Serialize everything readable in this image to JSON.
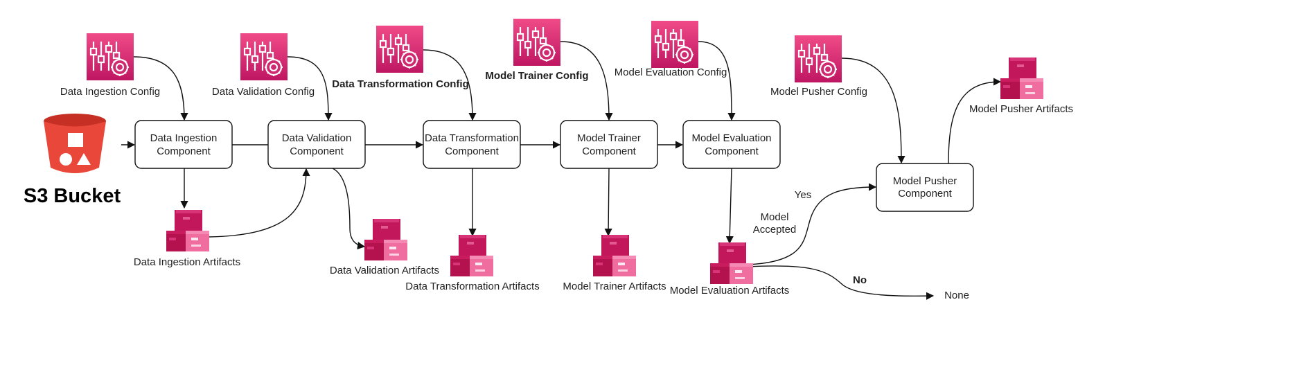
{
  "colors": {
    "config_icon_top": "#f04b88",
    "config_icon_bottom": "#bf1662",
    "artifact_dark": "#c2185b",
    "artifact_mid": "#d63477",
    "artifact_light": "#f06da0",
    "bucket_red": "#e8473a",
    "bucket_dark": "#c62f24"
  },
  "source": {
    "label": "S3 Bucket",
    "icon": "s3-bucket-icon"
  },
  "components": [
    {
      "id": "ingestion",
      "line1": "Data Ingestion",
      "line2": "Component"
    },
    {
      "id": "validation",
      "line1": "Data Validation",
      "line2": "Component"
    },
    {
      "id": "transformation",
      "line1": "Data Transformation",
      "line2": "Component"
    },
    {
      "id": "trainer",
      "line1": "Model Trainer",
      "line2": "Component"
    },
    {
      "id": "evaluation",
      "line1": "Model Evaluation",
      "line2": "Component"
    },
    {
      "id": "pusher",
      "line1": "Model Pusher",
      "line2": "Component"
    }
  ],
  "configs": [
    {
      "id": "ingestion",
      "label": "Data Ingestion Config",
      "icon": "config-settings-icon"
    },
    {
      "id": "validation",
      "label": "Data Validation Config",
      "icon": "config-settings-icon"
    },
    {
      "id": "transformation",
      "label": "Data Transformation Config",
      "icon": "config-settings-icon"
    },
    {
      "id": "trainer",
      "label": "Model Trainer Config",
      "icon": "config-settings-icon"
    },
    {
      "id": "evaluation",
      "label": "Model Evaluation Config",
      "icon": "config-settings-icon"
    },
    {
      "id": "pusher",
      "label": "Model Pusher Config",
      "icon": "config-settings-icon"
    }
  ],
  "artifacts": [
    {
      "id": "ingestion",
      "label": "Data Ingestion Artifacts",
      "icon": "artifact-boxes-icon"
    },
    {
      "id": "validation",
      "label": "Data Validation Artifacts",
      "icon": "artifact-boxes-icon"
    },
    {
      "id": "transformation",
      "label": "Data Transformation Artifacts",
      "icon": "artifact-boxes-icon"
    },
    {
      "id": "trainer",
      "label": "Model Trainer Artifacts",
      "icon": "artifact-boxes-icon"
    },
    {
      "id": "evaluation",
      "label": "Model Evaluation Artifacts",
      "icon": "artifact-boxes-icon"
    },
    {
      "id": "pusher",
      "label": "Model Pusher Artifacts",
      "icon": "artifact-boxes-icon"
    }
  ],
  "decision": {
    "label_line1": "Model",
    "label_line2": "Accepted",
    "yes": "Yes",
    "no": "No",
    "none": "None"
  }
}
